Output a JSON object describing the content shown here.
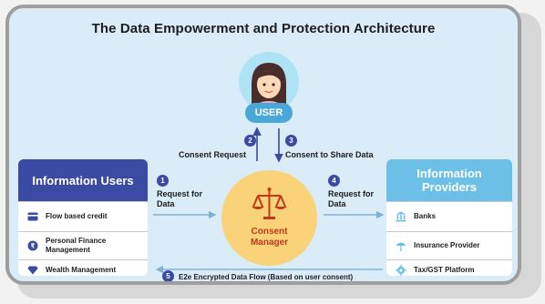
{
  "title": "The Data Empowerment and Protection Architecture",
  "user": {
    "label": "USER"
  },
  "steps": [
    {
      "number": "1",
      "text": "Request for Data"
    },
    {
      "number": "2",
      "text": "Consent Request"
    },
    {
      "number": "3",
      "text": "Consent to Share Data"
    },
    {
      "number": "4",
      "text": "Request for Data"
    },
    {
      "number": "5",
      "text": "E2e Encrypted Data Flow (Based on user consent)"
    }
  ],
  "consent_manager": {
    "label_line1": "Consent",
    "label_line2": "Manager",
    "icon": "scales-icon"
  },
  "information_users": {
    "title": "Information Users",
    "header_color": "#3b4aa3",
    "items": [
      {
        "label": "Flow based credit",
        "icon": "card-icon"
      },
      {
        "label": "Personal Finance Management",
        "icon": "rupee-coin-icon"
      },
      {
        "label": "Wealth Management",
        "icon": "diamond-icon"
      }
    ]
  },
  "information_providers": {
    "title_line1": "Information",
    "title_line2": "Providers",
    "header_color": "#6cbfe6",
    "items": [
      {
        "label": "Banks",
        "icon": "bank-icon"
      },
      {
        "label": "Insurance Provider",
        "icon": "umbrella-icon"
      },
      {
        "label": "Tax/GST Platform",
        "icon": "gear-icon"
      }
    ]
  },
  "colors": {
    "background": "#d9ecf7",
    "step_badge": "#3b4aa3",
    "consent_circle": "#f9d27a",
    "consent_text": "#c03a1a",
    "user_badge": "#4aa8d8"
  }
}
